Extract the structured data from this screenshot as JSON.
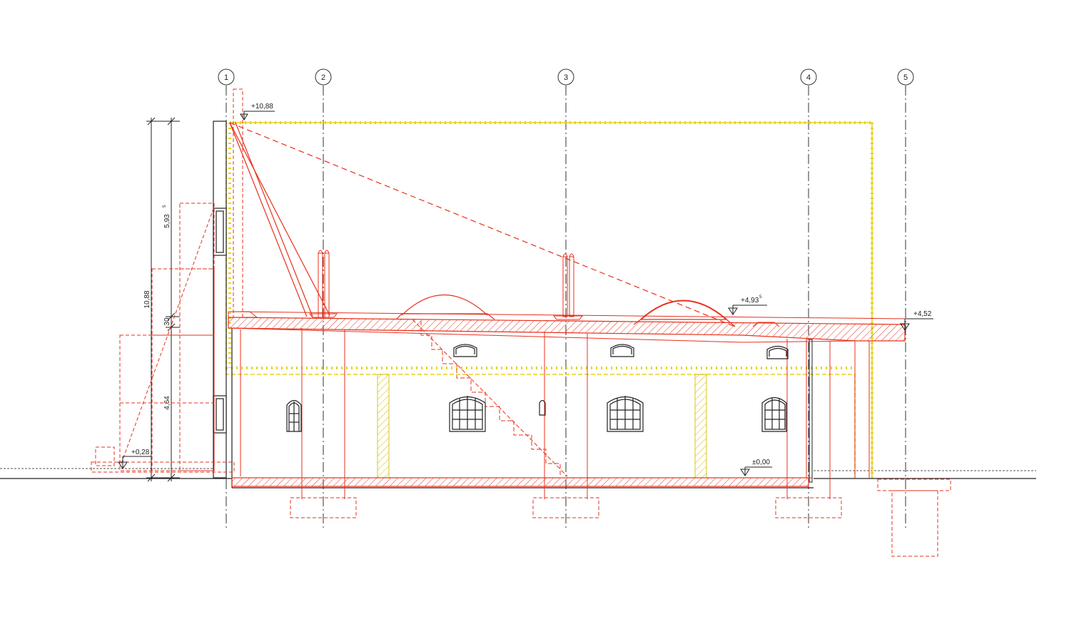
{
  "drawing": {
    "axes": [
      "1",
      "2",
      "3",
      "4",
      "5"
    ],
    "levels": {
      "top": "+10,88",
      "roof_mid": "+4,93",
      "roof_mid_sup": "5",
      "roof_right": "+4,52",
      "floor": "±0,00",
      "ground_left": "+0,28"
    },
    "dimensions": {
      "total": "10,88",
      "upper": "5,93",
      "upper_sup": "5",
      "slab": "30",
      "lower": "4,64"
    },
    "colors": {
      "existing": "#222222",
      "new": "#e8301c",
      "demolish": "#e6d21e",
      "axis": "#333333"
    }
  }
}
